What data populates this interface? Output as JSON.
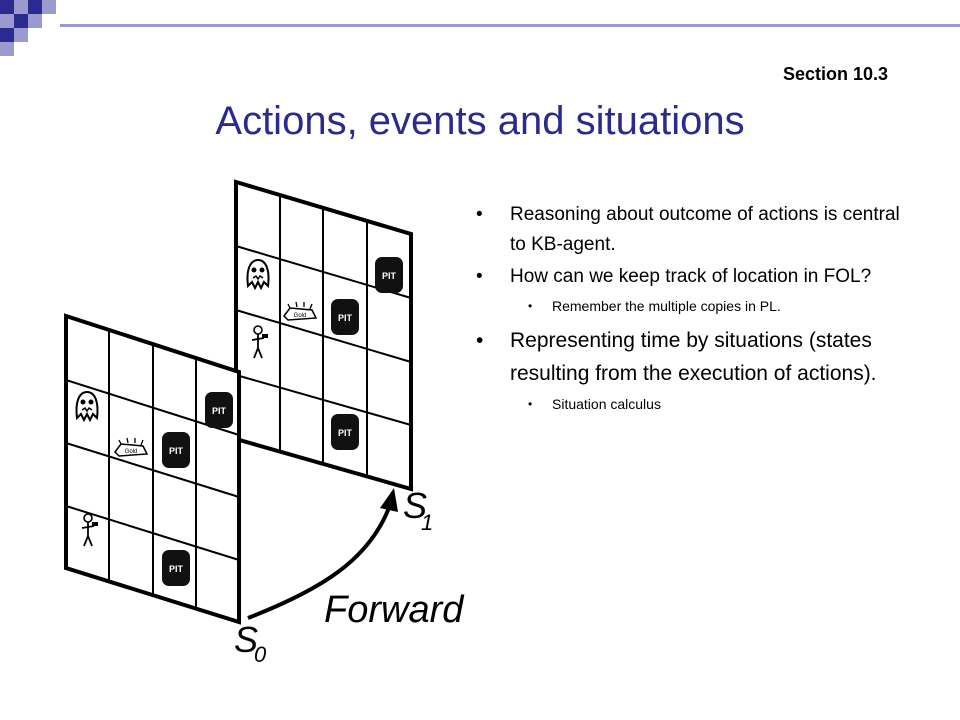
{
  "section": "Section 10.3",
  "title": "Actions, events and situations",
  "bullets": [
    {
      "text": "Reasoning about outcome of actions is central to KB-agent."
    },
    {
      "text": "How can we keep track of location in FOL?"
    },
    {
      "text": "Remember the multiple copies in PL."
    },
    {
      "text": "Representing time by situations (states resulting from the execution of actions)."
    },
    {
      "text": "Situation calculus"
    }
  ],
  "figure": {
    "pit_label": "PIT",
    "gold_label": "Gold",
    "action_label": "Forward",
    "s0_label": "S",
    "s0_sub": "0",
    "s1_label": "S",
    "s1_sub": "1"
  },
  "colors": {
    "title": "#2b2b8f",
    "accent_dark": "#2b2b8f",
    "accent_light": "#9a9ad0"
  }
}
